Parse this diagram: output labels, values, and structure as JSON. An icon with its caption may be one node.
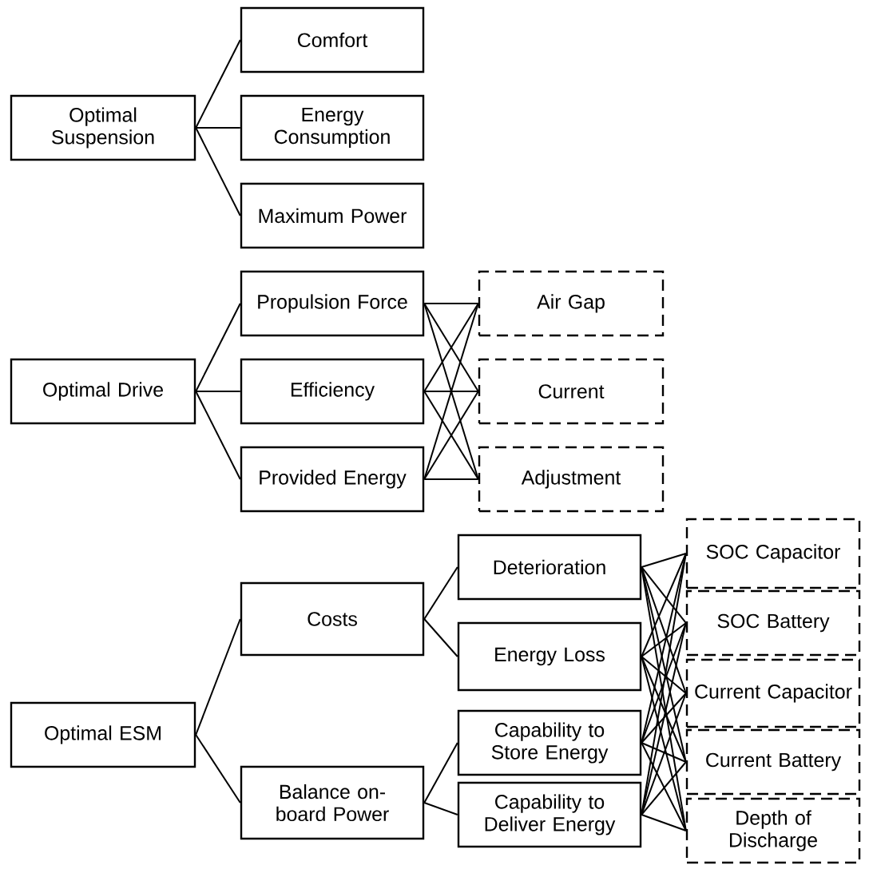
{
  "diagram": {
    "nodes": [
      {
        "text": [
          "Optimal Suspension"
        ]
      },
      {
        "text": [
          "Comfort"
        ]
      },
      {
        "text": [
          "Energy Consumption"
        ]
      },
      {
        "text": [
          "Maximum Power"
        ]
      },
      {
        "text": [
          "Optimal Drive"
        ]
      },
      {
        "text": [
          "Propulsion Force"
        ]
      },
      {
        "text": [
          "Efficiency"
        ]
      },
      {
        "text": [
          "Provided Energy"
        ]
      },
      {
        "text": [
          "Air Gap"
        ]
      },
      {
        "text": [
          "Current"
        ]
      },
      {
        "text": [
          "Adjustment"
        ]
      },
      {
        "text": [
          "Optimal ESM"
        ]
      },
      {
        "text": [
          "Costs"
        ]
      },
      {
        "text": [
          "Balance on-board Power"
        ]
      },
      {
        "text": [
          "Deterioration"
        ]
      },
      {
        "text": [
          "Energy Loss"
        ]
      },
      {
        "text": [
          "Capability to Store Energy"
        ]
      },
      {
        "text": [
          "Capability to Deliver Energy"
        ]
      },
      {
        "text": [
          "SOC Capacitor"
        ]
      },
      {
        "text": [
          "SOC Battery"
        ]
      },
      {
        "text": [
          "Current Capacitor"
        ]
      },
      {
        "text": [
          "Current Battery"
        ]
      },
      {
        "text": [
          "Depth of Discharge"
        ]
      }
    ],
    "edges": [
      {
        "from": 0,
        "to": 1,
        "arrow": "none"
      },
      {
        "from": 0,
        "to": 2,
        "arrow": "none"
      },
      {
        "from": 0,
        "to": 3,
        "arrow": "none"
      },
      {
        "from": 4,
        "to": 5,
        "arrow": "none"
      },
      {
        "from": 4,
        "to": 6,
        "arrow": "none"
      },
      {
        "from": 4,
        "to": 7,
        "arrow": "none"
      },
      {
        "from": 5,
        "to": 8,
        "arrow": "none"
      },
      {
        "from": 5,
        "to": 9,
        "arrow": "none"
      },
      {
        "from": 5,
        "to": 10,
        "arrow": "none"
      },
      {
        "from": 6,
        "to": 8,
        "arrow": "none"
      },
      {
        "from": 6,
        "to": 9,
        "arrow": "none"
      },
      {
        "from": 6,
        "to": 10,
        "arrow": "none"
      },
      {
        "from": 7,
        "to": 8,
        "arrow": "none"
      },
      {
        "from": 7,
        "to": 9,
        "arrow": "none"
      },
      {
        "from": 7,
        "to": 10,
        "arrow": "none"
      },
      {
        "from": 11,
        "to": 12,
        "arrow": "none"
      },
      {
        "from": 11,
        "to": 13,
        "arrow": "none"
      },
      {
        "from": 12,
        "to": 14,
        "arrow": "none"
      },
      {
        "from": 12,
        "to": 15,
        "arrow": "none"
      },
      {
        "from": 13,
        "to": 16,
        "arrow": "none"
      },
      {
        "from": 13,
        "to": 17,
        "arrow": "none"
      },
      {
        "from": 14,
        "to": 18,
        "arrow": "none"
      },
      {
        "from": 14,
        "to": 19,
        "arrow": "none"
      },
      {
        "from": 14,
        "to": 20,
        "arrow": "none"
      },
      {
        "from": 14,
        "to": 21,
        "arrow": "none"
      },
      {
        "from": 14,
        "to": 22,
        "arrow": "none"
      },
      {
        "from": 15,
        "to": 18,
        "arrow": "none"
      },
      {
        "from": 15,
        "to": 19,
        "arrow": "none"
      },
      {
        "from": 15,
        "to": 20,
        "arrow": "none"
      },
      {
        "from": 15,
        "to": 21,
        "arrow": "none"
      },
      {
        "from": 15,
        "to": 22,
        "arrow": "none"
      },
      {
        "from": 16,
        "to": 18,
        "arrow": "none"
      },
      {
        "from": 16,
        "to": 19,
        "arrow": "none"
      },
      {
        "from": 16,
        "to": 20,
        "arrow": "none"
      },
      {
        "from": 16,
        "to": 21,
        "arrow": "none"
      },
      {
        "from": 16,
        "to": 22,
        "arrow": "none"
      },
      {
        "from": 17,
        "to": 18,
        "arrow": "none"
      },
      {
        "from": 17,
        "to": 19,
        "arrow": "none"
      },
      {
        "from": 17,
        "to": 20,
        "arrow": "none"
      },
      {
        "from": 17,
        "to": 21,
        "arrow": "none"
      },
      {
        "from": 17,
        "to": 22,
        "arrow": "none"
      }
    ]
  }
}
